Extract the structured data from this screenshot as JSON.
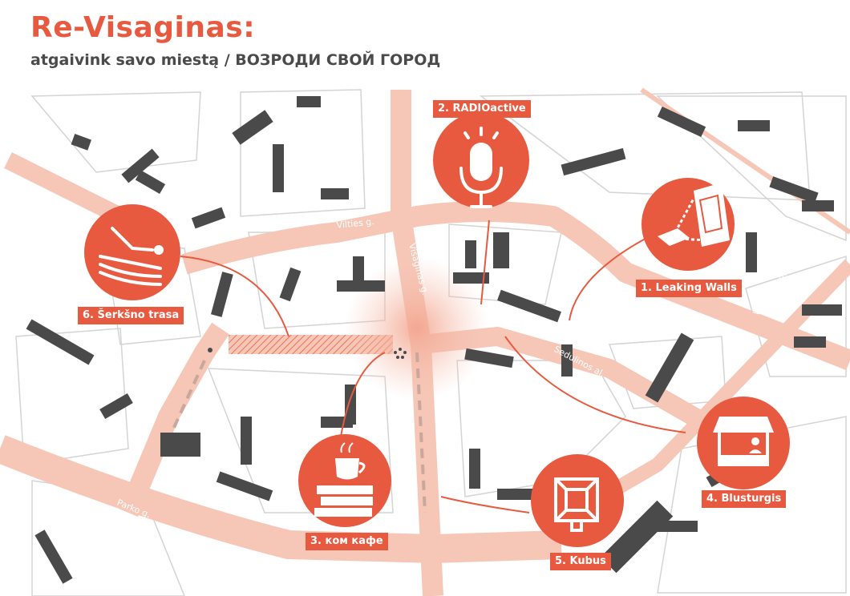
{
  "header": {
    "title": "Re-Visaginas:",
    "subtitle": "atgaivink savo miestą / ВОЗРОДИ СВОЙ ГОРОД"
  },
  "streets": {
    "vilties": "Vilties g.",
    "visaginas": "Visaginas g.",
    "sedulinos": "Sedulinos al.",
    "veteranu": "Veteranų g.",
    "parko": "Parko g."
  },
  "points_of_interest": [
    {
      "label": "1. Leaking Walls",
      "icon": "leaking-walls-icon"
    },
    {
      "label": "2. RADIOactive",
      "icon": "microphone-icon"
    },
    {
      "label": "3. ком кафе",
      "icon": "coffee-cup-icon"
    },
    {
      "label": "4. Blusturgis",
      "icon": "market-stall-icon"
    },
    {
      "label": "5. Kubus",
      "icon": "cube-icon"
    },
    {
      "label": "6. Šerkšno trasa",
      "icon": "sledding-icon"
    }
  ],
  "colors": {
    "accent": "#e85a3f",
    "road": "#f6c6b6",
    "building": "#4a4a4a",
    "block_outline": "#d4d4d4",
    "text_dark": "#4a4a4a"
  }
}
